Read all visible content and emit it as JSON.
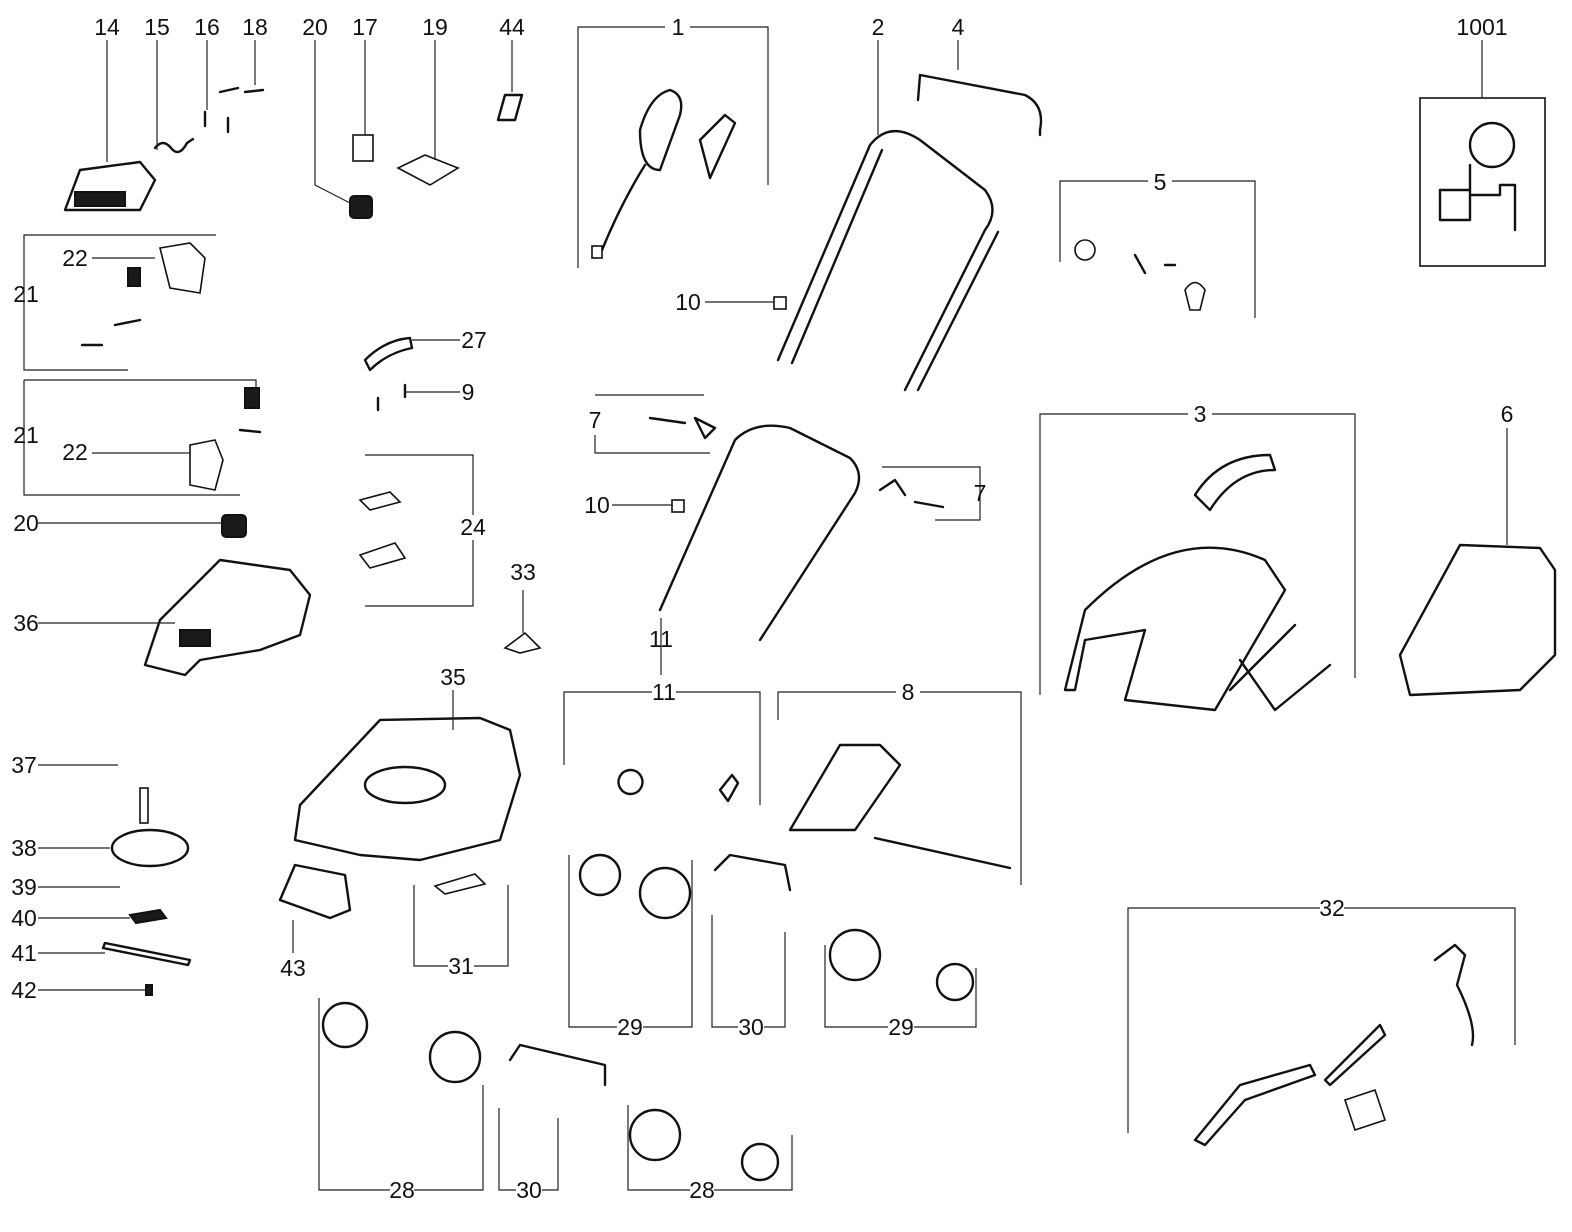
{
  "labels": {
    "p14": "14",
    "p15": "15",
    "p16": "16",
    "p18": "18",
    "p20a": "20",
    "p17": "17",
    "p19": "19",
    "p44": "44",
    "p1": "1",
    "p2": "2",
    "p4": "4",
    "p1001": "1001",
    "p22a": "22",
    "p21a": "21",
    "p27": "27",
    "p9": "9",
    "p10a": "10",
    "p5": "5",
    "p21b": "21",
    "p22b": "22",
    "p7a": "7",
    "p3": "3",
    "p6": "6",
    "p10b": "10",
    "p7b": "7",
    "p20b": "20",
    "p24": "24",
    "p33": "33",
    "p36": "36",
    "p35": "35",
    "p11a": "11",
    "p11b": "11",
    "p8": "8",
    "p37": "37",
    "p38": "38",
    "p39": "39",
    "p40": "40",
    "p41": "41",
    "p42": "42",
    "p43": "43",
    "p31": "31",
    "p29a": "29",
    "p30a": "30",
    "p29b": "29",
    "p32": "32",
    "p28a": "28",
    "p30b": "30",
    "p28b": "28"
  }
}
